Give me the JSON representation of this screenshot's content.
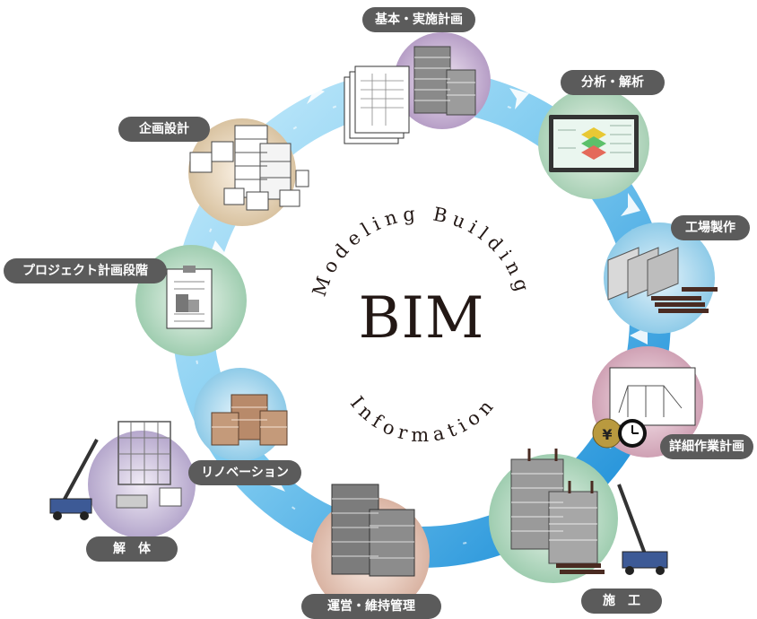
{
  "center": {
    "title": "BIM",
    "ring_top": "Modeling Building",
    "ring_bottom": "Information"
  },
  "stages": [
    {
      "id": "basic",
      "label": "基本・実施計画"
    },
    {
      "id": "analysis",
      "label": "分析・解析"
    },
    {
      "id": "factory",
      "label": "工場製作"
    },
    {
      "id": "detail",
      "label": "詳細作業計画"
    },
    {
      "id": "construction",
      "label": "施　工"
    },
    {
      "id": "operation",
      "label": "運営・維持管理"
    },
    {
      "id": "renovation",
      "label": "リノベーション"
    },
    {
      "id": "demolition",
      "label": "解　体"
    },
    {
      "id": "project",
      "label": "プロジェクト計画段階"
    },
    {
      "id": "planning",
      "label": "企画設計"
    }
  ],
  "colors": {
    "ring_light": "#bfe6f8",
    "ring_dark": "#1e98da",
    "label_bg": "#5b5b5b",
    "label_text": "#ffffff"
  },
  "icons": [
    "currency-yen-icon",
    "clock-icon"
  ]
}
